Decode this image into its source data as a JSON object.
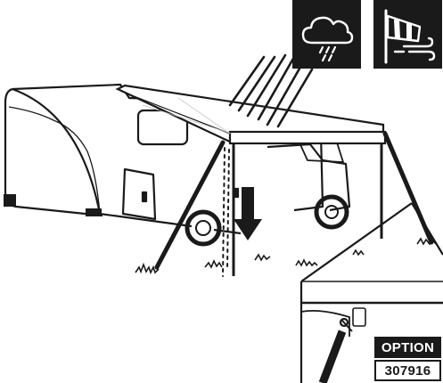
{
  "weather_icons": [
    {
      "icon": "rain-cloud-icon",
      "meaning": "rain"
    },
    {
      "icon": "windsock-wind-icon",
      "meaning": "wind"
    }
  ],
  "option_badge": {
    "label": "OPTION",
    "code": "307916"
  },
  "colors": {
    "ink": "#1a1a1a",
    "background": "#ffffff",
    "rain": "#dddddd"
  }
}
